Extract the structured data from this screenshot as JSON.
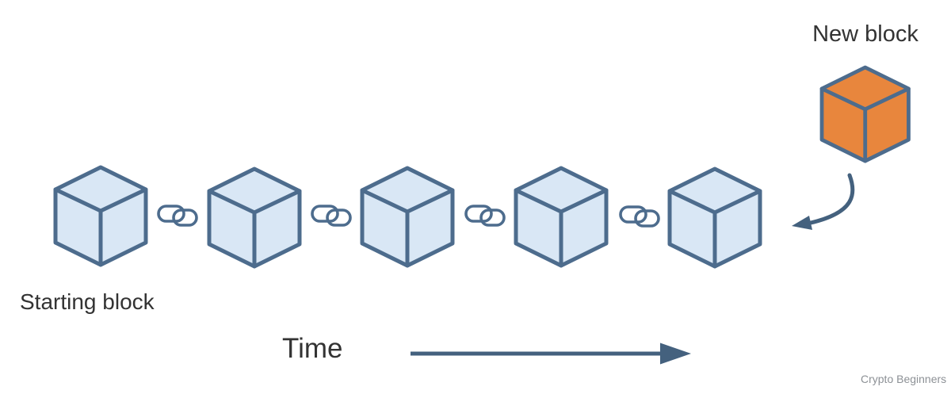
{
  "diagram": {
    "new_block_label": "New block",
    "starting_block_label": "Starting block",
    "time_label": "Time",
    "watermark": "Crypto Beginners",
    "chain": {
      "block_count": 5,
      "link_count": 4
    },
    "icons": {
      "chain_link_icon": "two-interlocked-oval-chain-links",
      "new_block_arrow_icon": "curved-arrow-pointing-to-chain-end",
      "time_arrow_icon": "horizontal-right-arrow"
    }
  },
  "colors": {
    "block_fill": "#d9e7f5",
    "block_stroke": "#4d6c8d",
    "new_block_fill": "#e8863d",
    "arrow": "#44617e",
    "label_text": "#333333",
    "watermark_text": "#8d9196"
  }
}
